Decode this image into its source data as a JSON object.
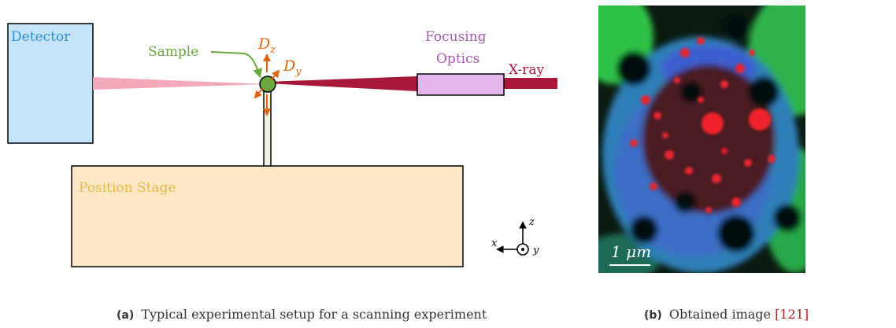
{
  "panel_a": {
    "detector_label": "Detector",
    "sample_label": "Sample",
    "dz_label": "D",
    "dz_sub": "z",
    "dy_label": "D",
    "dy_sub": "y",
    "optics_label_line1": "Focusing",
    "optics_label_line2": "Optics",
    "xray_label": "X-ray",
    "stage_label": "Position Stage",
    "axis_z": "z",
    "axis_x": "x",
    "axis_y": "y",
    "colors": {
      "detector_fill": "#c6e4f7",
      "stage_fill": "#fbe9c6",
      "stage_text": "#e9b64a",
      "optics_fill": "#e3b5ea",
      "optics_text": "#a559b0",
      "beam_dark": "#a81838",
      "beam_light": "#f4a9ba",
      "sample_green": "#6aa73c",
      "arrow_orange": "#e06412"
    }
  },
  "panel_b": {
    "scale_bar_label": "1 μm"
  },
  "captions": {
    "a_label": "(a)",
    "a_text": "Typical experimental setup for a scanning experiment",
    "b_label": "(b)",
    "b_text": "Obtained image",
    "b_ref": "[121]"
  }
}
